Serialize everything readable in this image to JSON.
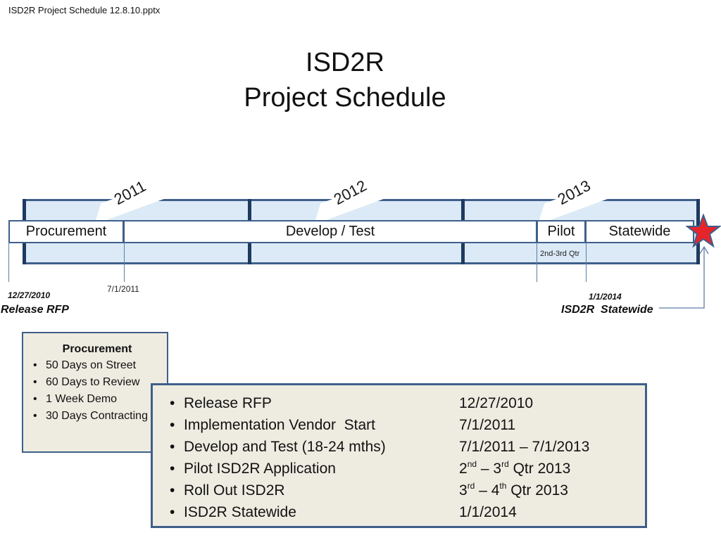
{
  "file_label": "ISD2R Project Schedule 12.8.10.pptx",
  "title_line1": "ISD2R",
  "title_line2": "Project Schedule",
  "years": [
    "2011",
    "2012",
    "2013"
  ],
  "phases": {
    "procurement": "Procurement",
    "develop": "Develop / Test",
    "pilot": "Pilot",
    "statewide": "Statewide"
  },
  "pilot_note": "2nd-3rd Qtr",
  "milestones": {
    "release_date": "12/27/2010",
    "release_label": "Release RFP",
    "vendor_date": "7/1/2011",
    "statewide_date": "1/1/2014",
    "statewide_label": "ISD2R  Statewide"
  },
  "procurement_box": {
    "title": "Procurement",
    "items": [
      "50 Days on Street",
      "60 Days to Review",
      "1 Week Demo",
      "30 Days Contracting"
    ]
  },
  "schedule": [
    {
      "task": "Release RFP",
      "when": "12/27/2010"
    },
    {
      "task": "Implementation Vendor  Start",
      "when": "7/1/2011"
    },
    {
      "task": "Develop and Test (18-24 mths)",
      "when": "7/1/2011 – 7/1/2013"
    },
    {
      "task": "Pilot ISD2R Application",
      "when_parts": [
        "2",
        "nd",
        " – 3",
        "rd",
        " Qtr 2013"
      ]
    },
    {
      "task": "Roll Out ISD2R",
      "when_parts": [
        "3",
        "rd",
        " – 4",
        "th",
        " Qtr 2013"
      ]
    },
    {
      "task": "ISD2R Statewide",
      "when": "1/1/2014"
    }
  ],
  "colors": {
    "bar_fill": "#dbeaf6",
    "bar_border": "#3e5f8a",
    "box_fill": "#eeece1",
    "star": "#e8242b"
  }
}
